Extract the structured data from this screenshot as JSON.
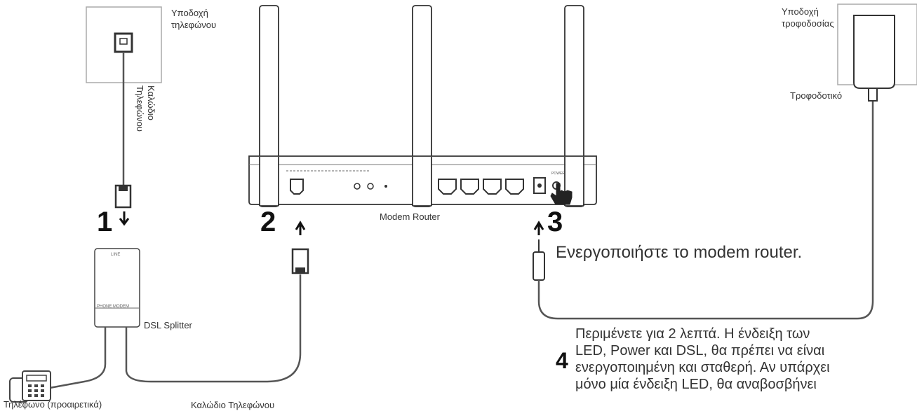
{
  "labels": {
    "phone_socket": "Υποδοχή\nτηλεφώνου",
    "phone_cable_vertical_1": "Καλώδιο",
    "phone_cable_vertical_2": "Τηλεφώνου",
    "power_socket": "Υποδοχή\nτροφοδοσίας",
    "power_adapter": "Τροφοδοτικό",
    "modem_router": "Modem Router",
    "dsl_splitter": "DSL Splitter",
    "telephone_optional": "Τηλέφωνο (προαιρετικά)",
    "phone_cable_bottom": "Καλώδιο Τηλεφώνου",
    "splitter_top": "LINE",
    "splitter_bottom": "PHONE  MODEM",
    "router_power_label": "POWER"
  },
  "steps": {
    "s1": "1",
    "s2": "2",
    "s3": "3",
    "s4": "4",
    "power_on": "Ενεργοποιήστε το modem router.",
    "wait_line1": "Περιμένετε για 2 λεπτά.  Η ένδειξη των",
    "wait_line2": "LED, Power και DSL, θα πρέπει να είναι",
    "wait_line3": "ενεργοποιημένη και σταθερή. Αν υπάρχει",
    "wait_line4": "μόνο μία ένδειξη LED, θα αναβοσβήνει"
  },
  "colors": {
    "line": "#4a4a4a",
    "frame": "#9a9a9a",
    "device": "#ffffff"
  }
}
